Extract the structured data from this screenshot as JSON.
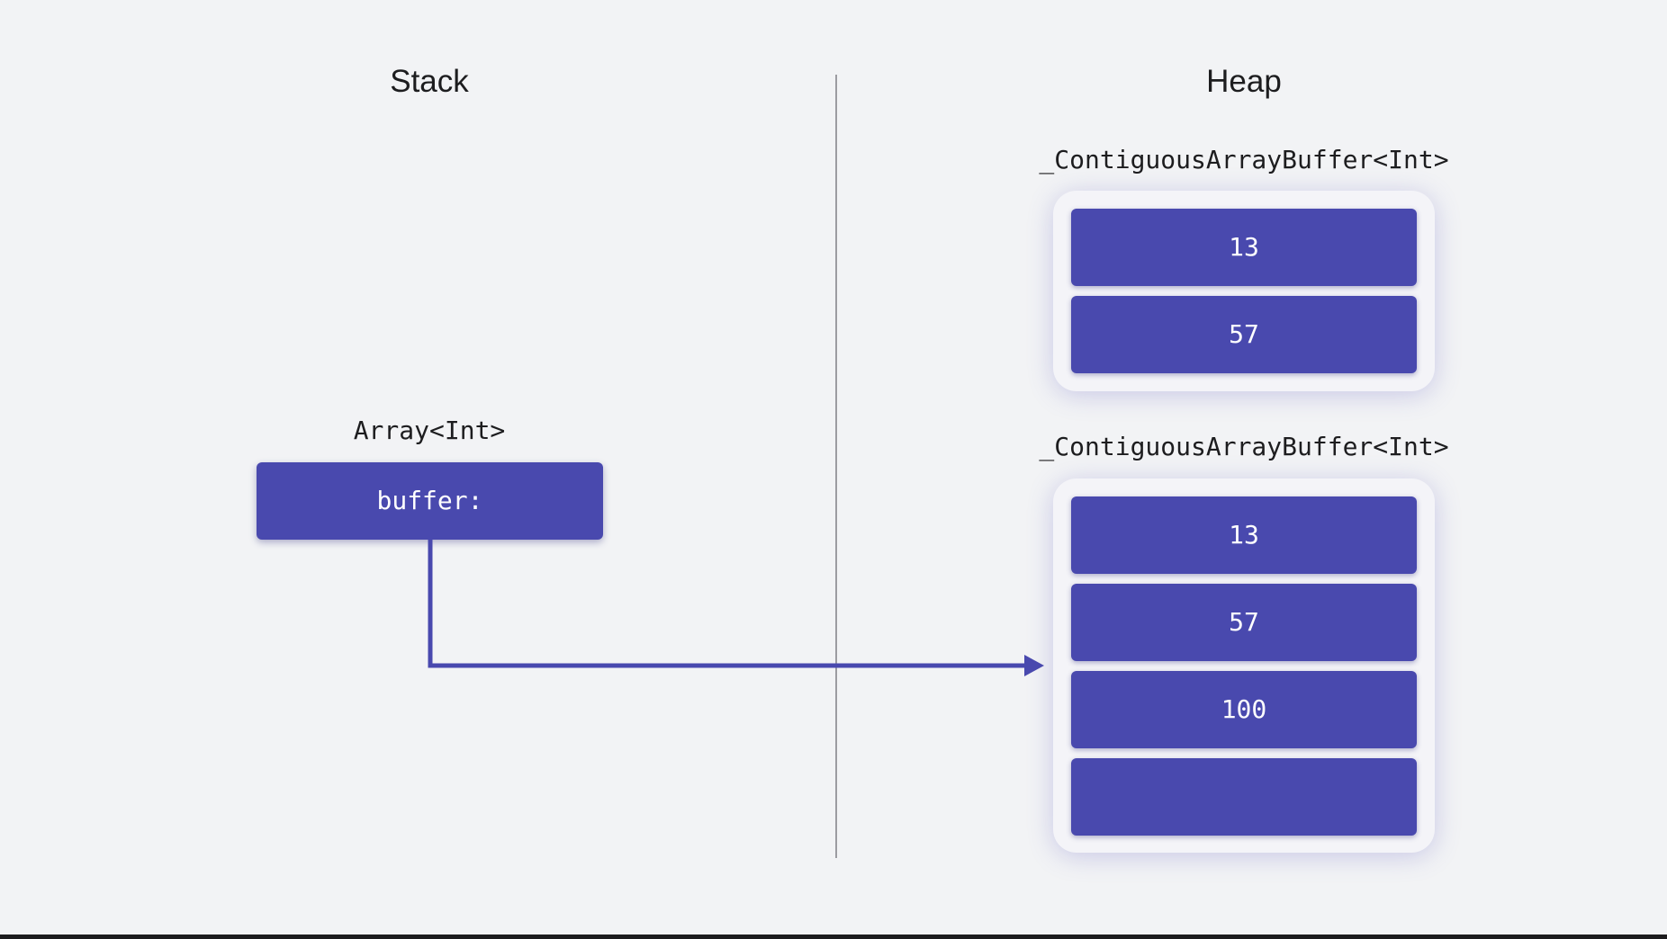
{
  "headings": {
    "stack": "Stack",
    "heap": "Heap"
  },
  "stack": {
    "type_label": "Array<Int>",
    "field_label": "buffer:"
  },
  "heap": {
    "buffers": [
      {
        "type_label": "_ContiguousArrayBuffer<Int>",
        "cells": [
          "13",
          "57"
        ]
      },
      {
        "type_label": "_ContiguousArrayBuffer<Int>",
        "cells": [
          "13",
          "57",
          "100",
          ""
        ]
      }
    ]
  },
  "colors": {
    "background": "#f2f3f5",
    "cell_fill": "#4949ae",
    "arrow": "#4949ae",
    "divider": "#9c9ca1"
  }
}
